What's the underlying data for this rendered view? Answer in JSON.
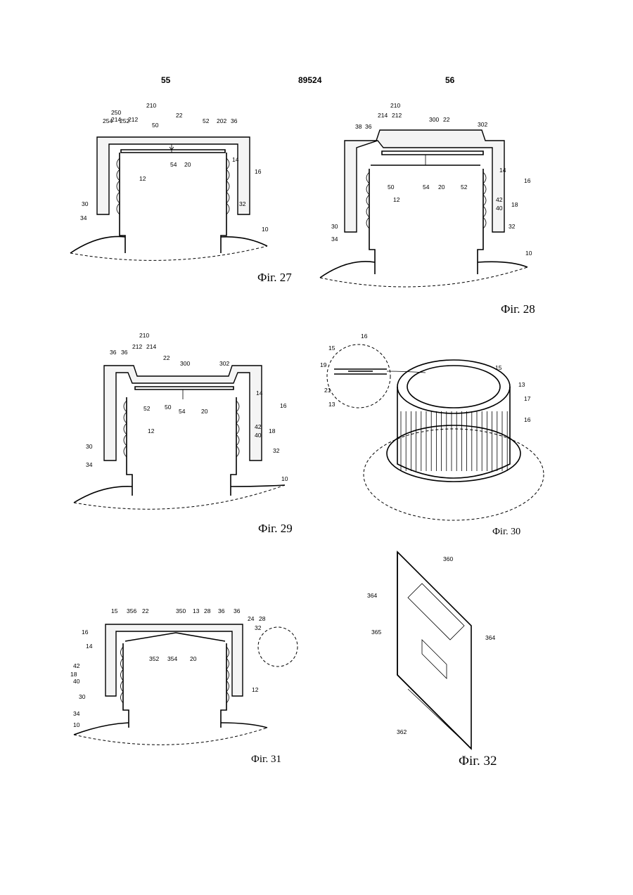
{
  "header": {
    "page_left": "55",
    "patent_number": "89524",
    "page_right": "56"
  },
  "figures": [
    {
      "caption": "Фіг. 27",
      "labels": [
        "210",
        "250",
        "214",
        "212",
        "254",
        "252",
        "22",
        "50",
        "52",
        "202",
        "36",
        "14",
        "16",
        "12",
        "54",
        "20",
        "30",
        "32",
        "34",
        "10"
      ]
    },
    {
      "caption": "Фіг. 28",
      "labels": [
        "210",
        "214",
        "212",
        "300",
        "22",
        "302",
        "38",
        "36",
        "14",
        "16",
        "50",
        "54",
        "20",
        "52",
        "12",
        "42",
        "40",
        "18",
        "30",
        "32",
        "34",
        "10"
      ]
    },
    {
      "caption": "Фіг. 29",
      "labels": [
        "210",
        "212",
        "214",
        "36",
        "36",
        "22",
        "300",
        "302",
        "14",
        "16",
        "52",
        "50",
        "54",
        "20",
        "42",
        "40",
        "18",
        "12",
        "30",
        "32",
        "34",
        "10"
      ]
    },
    {
      "caption": "Фіг. 30",
      "labels": [
        "16",
        "15",
        "19",
        "21",
        "13",
        "15",
        "13",
        "17",
        "16"
      ]
    },
    {
      "caption": "Фіг. 31",
      "labels": [
        "15",
        "356",
        "22",
        "350",
        "13",
        "28",
        "36",
        "36",
        "24",
        "28",
        "16",
        "32",
        "14",
        "352",
        "354",
        "20",
        "42",
        "18",
        "40",
        "30",
        "34",
        "12",
        "10"
      ]
    },
    {
      "caption": "Фіг. 32",
      "labels": [
        "360",
        "364",
        "365",
        "364",
        "362"
      ]
    }
  ]
}
